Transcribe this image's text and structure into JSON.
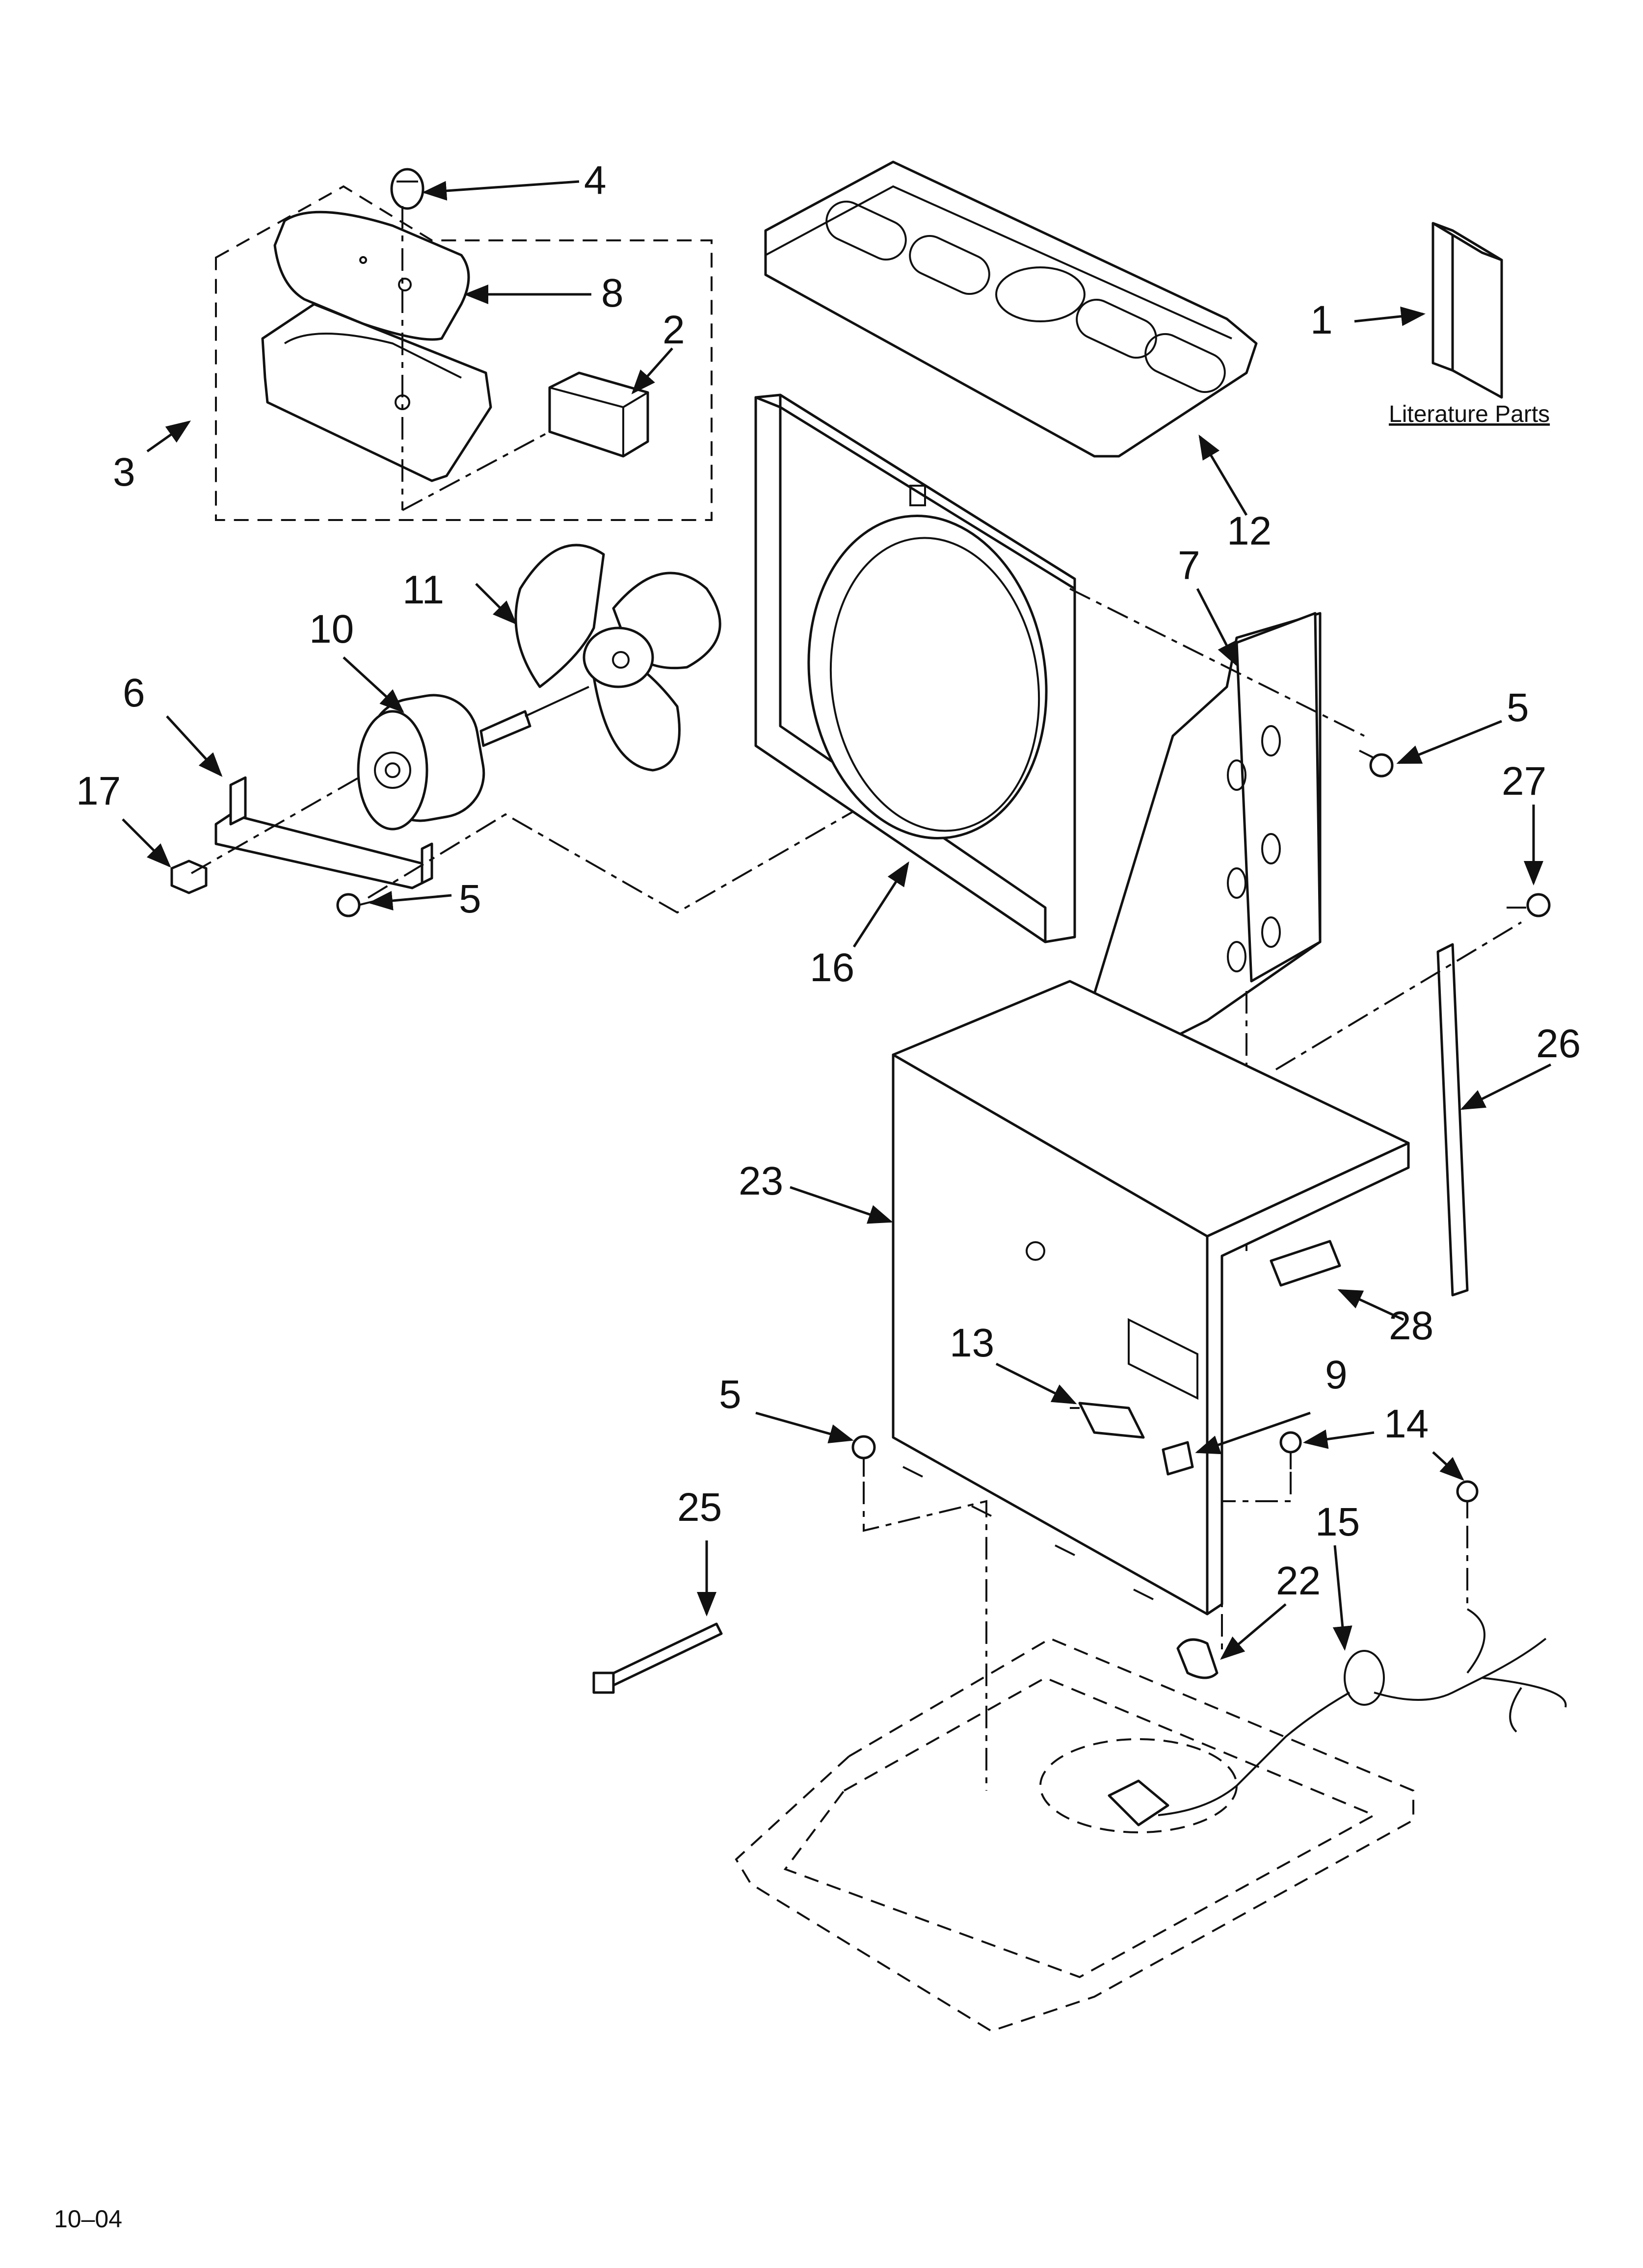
{
  "literature": {
    "label": "Literature Parts"
  },
  "footer": {
    "code": "10–04"
  },
  "callouts": {
    "c1": "1",
    "c2": "2",
    "c3": "3",
    "c4": "4",
    "c5a": "5",
    "c5b": "5",
    "c5c": "5",
    "c6": "6",
    "c7": "7",
    "c8": "8",
    "c9": "9",
    "c10": "10",
    "c11": "11",
    "c12": "12",
    "c13": "13",
    "c14": "14",
    "c15": "15",
    "c16": "16",
    "c17": "17",
    "c22": "22",
    "c23": "23",
    "c25": "25",
    "c26": "26",
    "c27": "27",
    "c28": "28"
  }
}
